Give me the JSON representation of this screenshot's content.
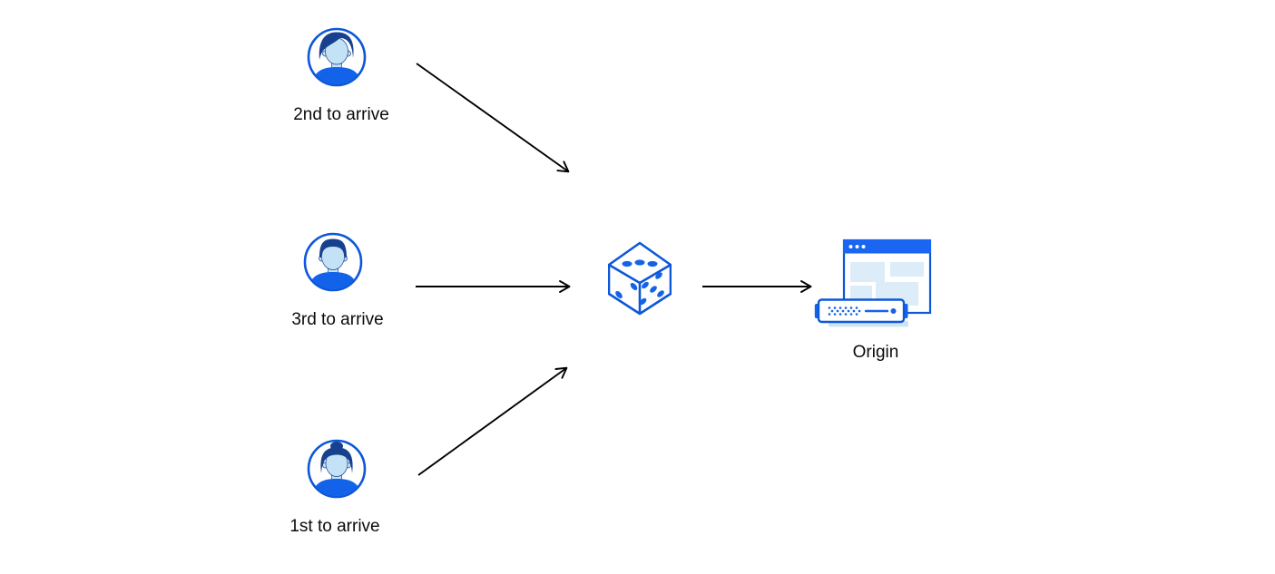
{
  "diagram": {
    "nodes": {
      "second": {
        "label": "2nd to arrive",
        "icon": "avatar-man-swept-hair"
      },
      "third": {
        "label": "3rd to arrive",
        "icon": "avatar-man-flat-hair"
      },
      "first": {
        "label": "1st to arrive",
        "icon": "avatar-woman-bun"
      },
      "dice": {
        "icon": "dice"
      },
      "origin": {
        "label": "Origin",
        "icon": "origin-server-browser"
      }
    },
    "edges": [
      {
        "from": "second",
        "to": "dice"
      },
      {
        "from": "third",
        "to": "dice"
      },
      {
        "from": "first",
        "to": "dice"
      },
      {
        "from": "dice",
        "to": "origin"
      }
    ]
  },
  "colors": {
    "arrow": "#000000",
    "stroke_blue": "#0d57d9",
    "fill_blue": "#1363ea",
    "navy_hair": "#17418f",
    "face_light_blue": "#c3e2f5",
    "pale_block_blue": "#dcecf9",
    "server_shadow_blue": "#cfe4f6",
    "titlebar_blue": "#1a66f2",
    "label_text": "#0b0b0d",
    "background": "#ffffff"
  }
}
